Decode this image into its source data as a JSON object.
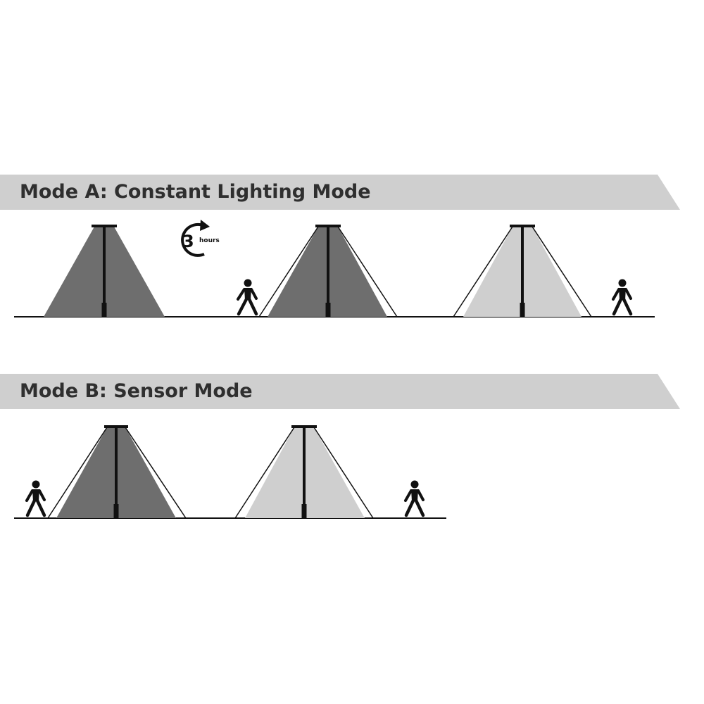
{
  "mode_a": {
    "title": "Mode A: Constant Lighting Mode",
    "timer": {
      "number": "3",
      "unit": "hours"
    }
  },
  "mode_b": {
    "title": "Mode B: Sensor Mode"
  },
  "colors": {
    "banner": "#cfcfcf",
    "banner_text": "#2f2f2f",
    "light_bright": "#6e6e6e",
    "light_dim": "#cfcfcf",
    "pole": "#111111",
    "ground": "#111111"
  }
}
